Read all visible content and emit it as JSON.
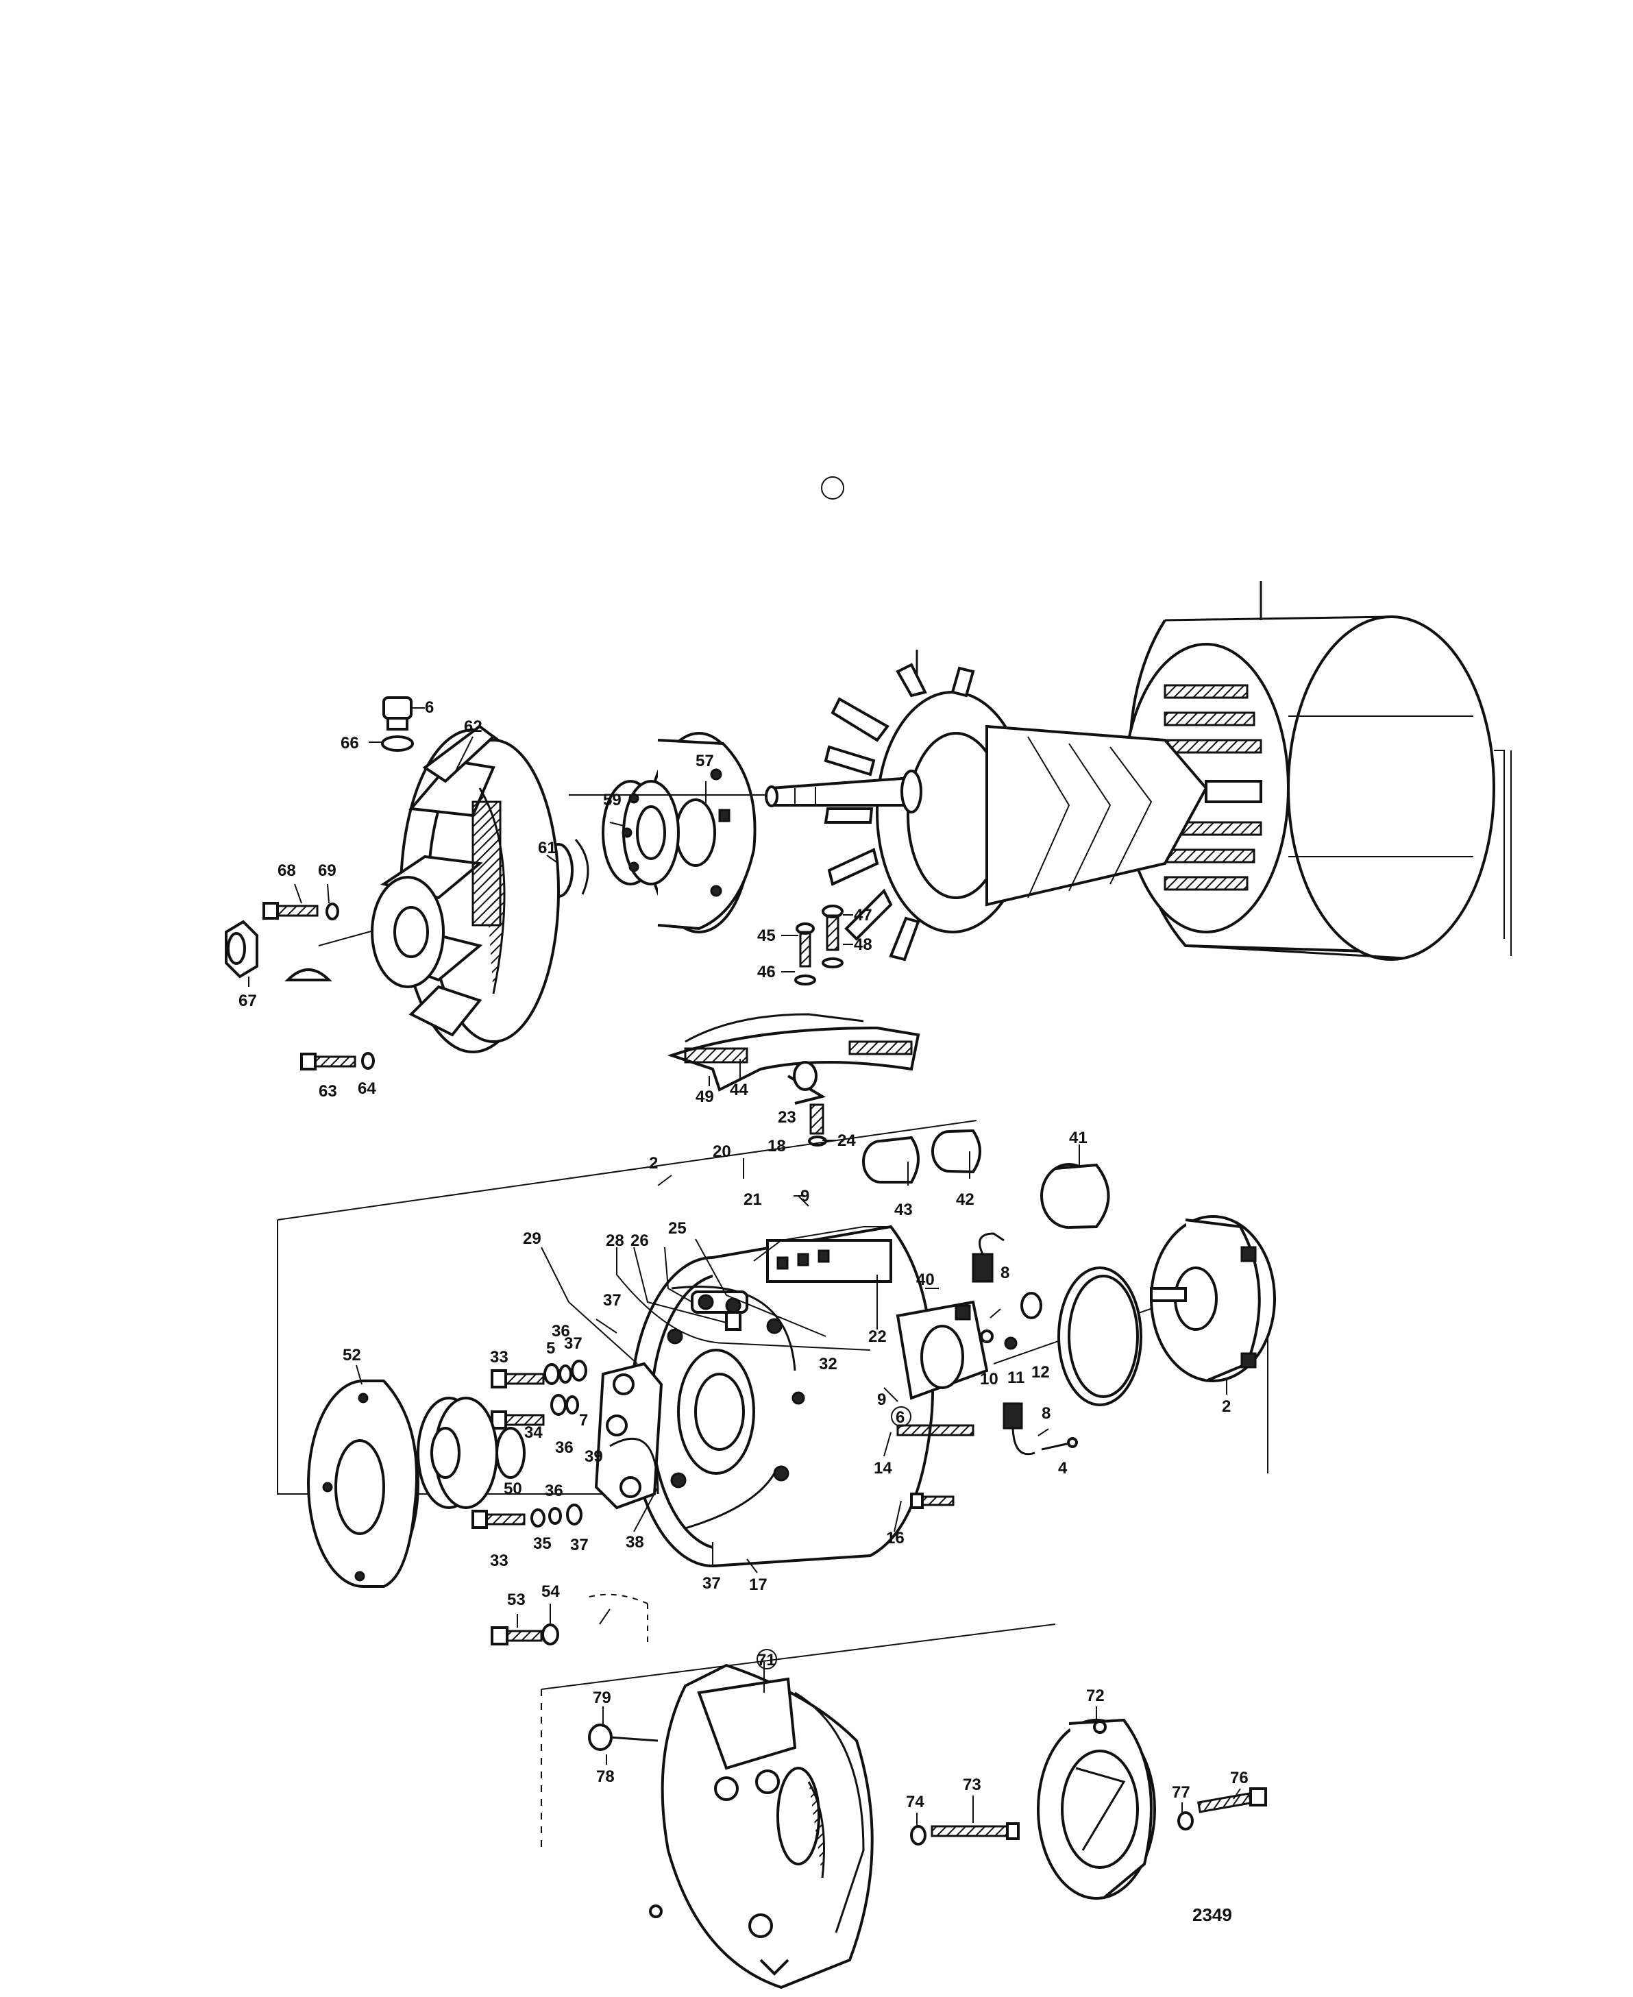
{
  "diagram": {
    "figure_number": "2349",
    "callouts": [
      "6",
      "66",
      "62",
      "68",
      "69",
      "67",
      "61",
      "59",
      "57",
      "47",
      "48",
      "45",
      "46",
      "49",
      "44",
      "23",
      "24",
      "63",
      "64",
      "2",
      "20",
      "21",
      "18",
      "9",
      "43",
      "42",
      "41",
      "28",
      "26",
      "25",
      "29",
      "37",
      "52",
      "33",
      "5",
      "36",
      "37",
      "34",
      "36",
      "7",
      "39",
      "50",
      "33",
      "35",
      "36",
      "37",
      "38",
      "37",
      "17",
      "32",
      "22",
      "40",
      "8",
      "11",
      "10",
      "12",
      "9",
      "6",
      "8",
      "4",
      "14",
      "16",
      "2",
      "53",
      "54",
      "79",
      "78",
      "71",
      "72",
      "74",
      "73",
      "77",
      "76"
    ]
  }
}
